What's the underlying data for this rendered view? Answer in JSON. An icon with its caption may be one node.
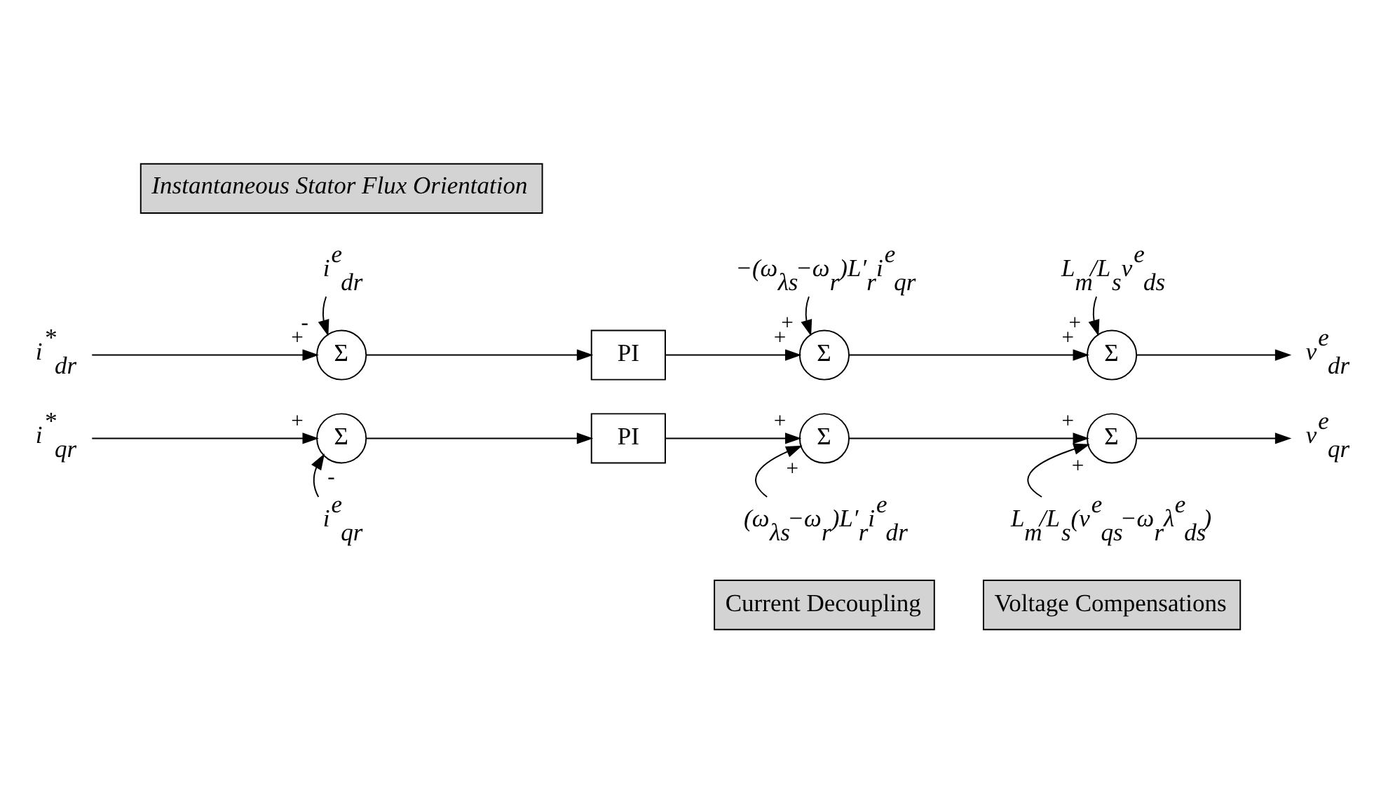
{
  "diagram": {
    "nodes": [
      {
        "text": [
          "Instantaneous Stator Flux Orientation"
        ]
      },
      {
        "text": [
          "i$^{*}$$_{dr}$"
        ]
      },
      {
        "text": [
          "i$^{e}$$_{dr}$"
        ]
      },
      {
        "text": [
          "Σ"
        ]
      },
      {
        "text": [
          "PI"
        ]
      },
      {
        "text": [
          "−(ω$_{λs}$−ω$_{r}$)L′$_{r}$i$^{e}$$_{qr}$"
        ]
      },
      {
        "text": [
          "Σ"
        ]
      },
      {
        "text": [
          "L$_{m}$/L$_{s}$v$^{e}$$_{ds}$"
        ]
      },
      {
        "text": [
          "Σ"
        ]
      },
      {
        "text": [
          "v$^{e}$$_{dr}$"
        ]
      },
      {
        "text": [
          "i$^{*}$$_{qr}$"
        ]
      },
      {
        "text": [
          "Σ"
        ]
      },
      {
        "text": [
          "i$^{e}$$_{qr}$"
        ]
      },
      {
        "text": [
          "PI"
        ]
      },
      {
        "text": [
          "Σ"
        ]
      },
      {
        "text": [
          "(ω$_{λs}$−ω$_{r}$)L′$_{r}$i$^{e}$$_{dr}$"
        ]
      },
      {
        "text": [
          "Σ"
        ]
      },
      {
        "text": [
          "L$_{m}$/L$_{s}$(v$^{e}$$_{qs}$−ω$_{r}$λ$^{e}$$_{ds}$)"
        ]
      },
      {
        "text": [
          "v$^{e}$$_{qr}$"
        ]
      },
      {
        "text": [
          "Current Decoupling"
        ]
      },
      {
        "text": [
          "Voltage Compensations"
        ]
      }
    ],
    "edges": [
      {
        "from": 1,
        "to": 3,
        "arrow": "to",
        "label": "+"
      },
      {
        "from": 2,
        "to": 3,
        "arrow": "to",
        "label": "-"
      },
      {
        "from": 3,
        "to": 4,
        "arrow": "to"
      },
      {
        "from": 4,
        "to": 6,
        "arrow": "to",
        "label": "+"
      },
      {
        "from": 5,
        "to": 6,
        "arrow": "to",
        "label": "+"
      },
      {
        "from": 6,
        "to": 8,
        "arrow": "to",
        "label": "+"
      },
      {
        "from": 7,
        "to": 8,
        "arrow": "to",
        "label": "+"
      },
      {
        "from": 8,
        "to": 9,
        "arrow": "to"
      },
      {
        "from": 10,
        "to": 11,
        "arrow": "to",
        "label": "+"
      },
      {
        "from": 12,
        "to": 11,
        "arrow": "to",
        "label": "-"
      },
      {
        "from": 11,
        "to": 13,
        "arrow": "to"
      },
      {
        "from": 13,
        "to": 14,
        "arrow": "to",
        "label": "+"
      },
      {
        "from": 15,
        "to": 14,
        "arrow": "to",
        "label": "+"
      },
      {
        "from": 14,
        "to": 16,
        "arrow": "to",
        "label": "+"
      },
      {
        "from": 17,
        "to": 16,
        "arrow": "to",
        "label": "+"
      },
      {
        "from": 16,
        "to": 18,
        "arrow": "to"
      }
    ]
  }
}
